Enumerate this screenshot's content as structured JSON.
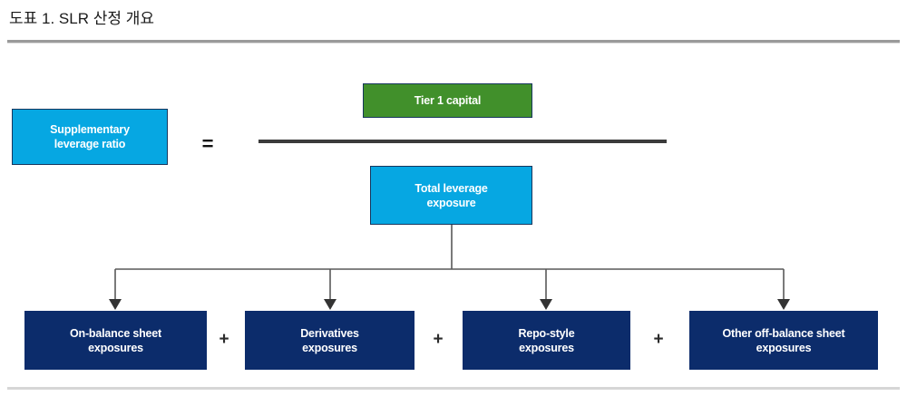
{
  "figure": {
    "title": "도표 1. SLR 산정 개요",
    "formula_operator": "=",
    "plus_operator": "+"
  },
  "nodes": {
    "slr": {
      "line1": "Supplementary",
      "line2": "leverage ratio",
      "color": "#06A7E2"
    },
    "tier1": {
      "line1": "Tier 1 capital",
      "color": "#41902B"
    },
    "total_exposure": {
      "line1": "Total leverage",
      "line2": "exposure",
      "color": "#06A7E2"
    },
    "components": [
      {
        "line1": "On-balance sheet",
        "line2": "exposures",
        "color": "#0C2C6B"
      },
      {
        "line1": "Derivatives",
        "line2": "exposures",
        "color": "#0C2C6B"
      },
      {
        "line1": "Repo-style",
        "line2": "exposures",
        "color": "#0C2C6B"
      },
      {
        "line1": "Other off-balance sheet",
        "line2": "exposures",
        "color": "#0C2C6B"
      }
    ]
  },
  "operators": {
    "equals": "=",
    "plus_1": "+",
    "plus_2": "+",
    "plus_3": "+"
  }
}
